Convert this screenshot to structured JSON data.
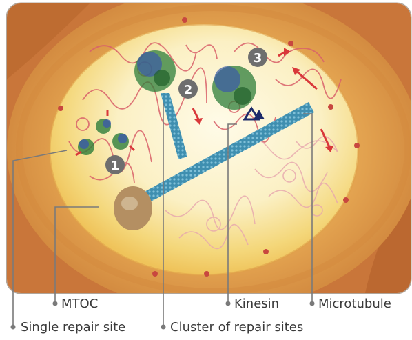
{
  "markers": {
    "one": "1",
    "two": "2",
    "three": "3"
  },
  "labels": {
    "mtoc": "MTOC",
    "kinesin": "Kinesin",
    "microtubule": "Microtubule",
    "single_repair_site": "Single repair site",
    "cluster_of_repair_sites": "Cluster of repair sites"
  },
  "colors": {
    "outer_background": "#c9763a",
    "cytoplasm": "#e3a350",
    "nucleus": "#fbf0c4",
    "chromatin": "#d9616a",
    "microtubule": "#3f8fb0",
    "mtoc": "#b48f62",
    "arrows": "#d9383a",
    "repair_cluster_blue": "#3b5aa8",
    "repair_cluster_green": "#2e7d3a",
    "marker_circle": "#6e6e6e",
    "callout": "#7a7a7a"
  }
}
